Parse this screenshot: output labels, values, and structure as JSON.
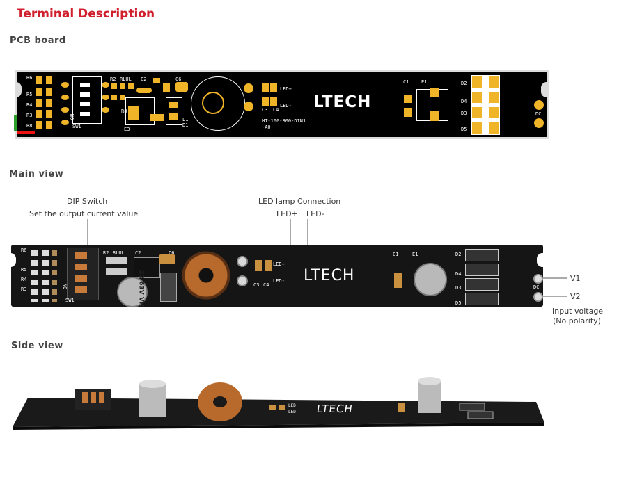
{
  "doc": {
    "title": "Terminal Description",
    "sections": {
      "pcb": "PCB board",
      "main": "Main view",
      "side": "Side  view"
    }
  },
  "pcb_board": {
    "logo": "LTECH",
    "model": "HT-100-800-DIN1",
    "rev": "-A0",
    "labels": {
      "r6": "R6",
      "r5": "R5",
      "r4": "R4",
      "r3": "R3",
      "r8": "R8",
      "r2": "R2",
      "rlul": "RLUL",
      "c2": "C2",
      "c6": "C6",
      "on": "ON",
      "sw1": "SW1",
      "r8b": "R8",
      "e3": "E3",
      "l1": "L1",
      "d1": "D1",
      "ledp": "LED+",
      "ledm": "LED-",
      "c3": "C3",
      "c4": "C4",
      "c1": "C1",
      "e1": "E1",
      "d2": "D2",
      "d4": "D4",
      "d3": "D3",
      "d5": "D5",
      "dc": "DC"
    }
  },
  "main_view": {
    "logo": "LTECH",
    "dip_switch": "DIP Switch",
    "dip_desc": "Set the output current value",
    "led_conn": "LED lamp Connection",
    "led_plus": "LED+",
    "led_minus": "LED-",
    "v1": "V1",
    "v2": "V2",
    "input_voltage": "Input voltage",
    "no_polarity": "(No polarity)",
    "cap_label": "22 63V VH",
    "labels": {
      "r6": "R6",
      "r5": "R5",
      "r4": "R4",
      "r3": "R3",
      "sw1": "SW1",
      "on": "ON",
      "r2": "R2",
      "rlul": "RLUL",
      "c2": "C2",
      "c6": "C6",
      "c3": "C3",
      "c4": "C4",
      "ledp": "LED+",
      "ledm": "LED-",
      "c1": "C1",
      "e1": "E1",
      "d2": "D2",
      "d4": "D4",
      "d3": "D3",
      "d5": "D5",
      "dc": "DC"
    }
  },
  "side_view": {
    "logo": "LTECH",
    "ledp": "LED+",
    "ledm": "LED-"
  },
  "colors": {
    "title": "#d0202e",
    "pad": "#f0b429",
    "board": "#000000",
    "copper": "#b86a2c"
  }
}
